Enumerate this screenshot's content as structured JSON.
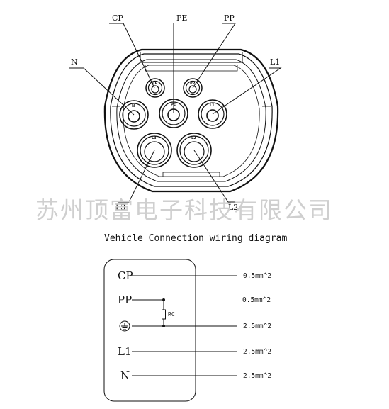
{
  "connector": {
    "labels": {
      "cp": "CP",
      "pe": "PE",
      "pp": "PP",
      "n": "N",
      "l1": "L1",
      "l3": "L3",
      "l2": "L2"
    },
    "pin_marks": {
      "cp": "CP",
      "pp": "PP",
      "n": "N",
      "pe": "PE",
      "l1": "L1",
      "l3": "L3",
      "l2": "L2"
    }
  },
  "watermark": "苏州顶富电子科技有限公司",
  "caption": "Vehicle Connection wiring diagram",
  "wiring": {
    "rows": [
      {
        "label": "CP",
        "spec": "0.5mm^2"
      },
      {
        "label": "PP",
        "spec": "0.5mm^2"
      },
      {
        "label": "",
        "spec": "2.5mm^2"
      },
      {
        "label": "L1",
        "spec": "2.5mm^2"
      },
      {
        "label": "N",
        "spec": "2.5mm^2"
      }
    ],
    "resistor_label": "RC"
  }
}
